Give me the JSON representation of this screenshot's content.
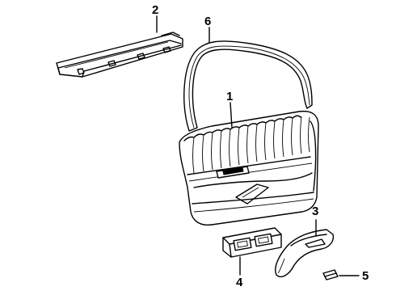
{
  "diagram": {
    "callouts": [
      {
        "id": "part-1",
        "label": "1"
      },
      {
        "id": "part-2",
        "label": "2"
      },
      {
        "id": "part-3",
        "label": "3"
      },
      {
        "id": "part-4",
        "label": "4"
      },
      {
        "id": "part-5",
        "label": "5"
      },
      {
        "id": "part-6",
        "label": "6"
      }
    ],
    "colors": {
      "ink": "#000000",
      "paper": "#ffffff"
    }
  }
}
